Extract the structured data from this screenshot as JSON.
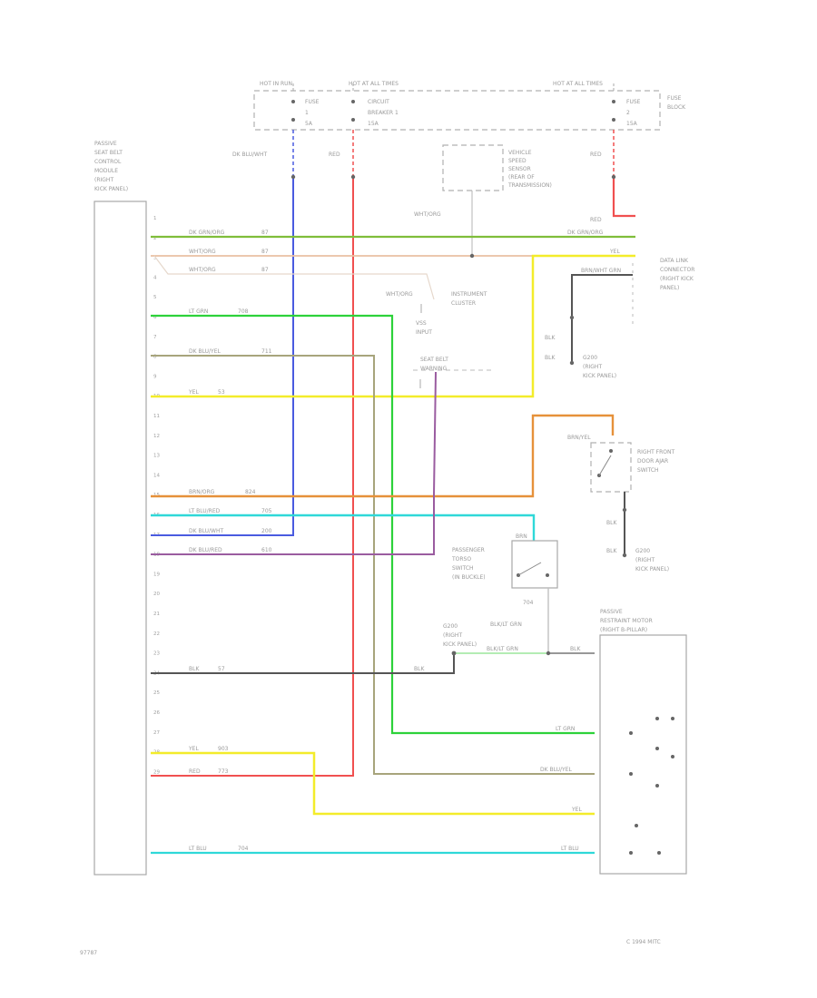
{
  "fuse_block": {
    "hot_labels": [
      "HOT IN RUN",
      "HOT AT ALL TIMES",
      "HOT AT ALL TIMES"
    ],
    "fuse_left": [
      "FUSE",
      "1",
      "5A"
    ],
    "breaker": [
      "CIRCUIT",
      "BREAKER 1",
      "15A"
    ],
    "fuse_right": [
      "FUSE",
      "2",
      "15A"
    ],
    "name": [
      "FUSE",
      "BLOCK"
    ]
  },
  "module": {
    "name": [
      "PASSIVE",
      "SEAT BELT",
      "CONTROL",
      "MODULE",
      "(RIGHT",
      "KICK PANEL)"
    ],
    "pins": [
      "1",
      "2",
      "3",
      "4",
      "5",
      "6",
      "7",
      "8",
      "9",
      "10",
      "11",
      "12",
      "13",
      "14",
      "15",
      "16",
      "17",
      "18",
      "19",
      "20",
      "21",
      "22",
      "23",
      "24",
      "25",
      "26",
      "27",
      "28",
      "29"
    ]
  },
  "wires": {
    "top_blu": "DK BLU/WHT",
    "top_red": "RED",
    "top_red2": "RED",
    "speed_wire": "WHT/ORG",
    "red_out": "RED",
    "w2": [
      "DK GRN/ORG",
      "87",
      "DK GRN/ORG"
    ],
    "w3": [
      "WHT/ORG",
      "87",
      "YEL"
    ],
    "w3b": [
      "WHT/ORG",
      "87"
    ],
    "w5": [
      "LT GRN",
      "708"
    ],
    "w6": [
      "DK BLU/YEL",
      "711"
    ],
    "w7": [
      "YEL",
      "53"
    ],
    "w11": [
      "BRN/ORG",
      "824"
    ],
    "w12": [
      "LT BLU/RED",
      "705"
    ],
    "w13": [
      "DK BLU/WHT",
      "200"
    ],
    "w14": [
      "DK BLU/RED",
      "610"
    ],
    "w19": [
      "BLK",
      "57",
      "BLK"
    ],
    "w22": [
      "YEL",
      "903"
    ],
    "w23": [
      "RED",
      "773"
    ],
    "w26": [
      "LT BLU",
      "704"
    ],
    "dlc_wire": "BRN/WHT GRN",
    "blk_num": "BLK",
    "blk_grn": "BLK",
    "blk_num2": "BLK",
    "pass_top": "BRN",
    "pass_bot": [
      "704",
      "BLK/LT GRN"
    ],
    "motor_in": [
      "BLK/LT GRN",
      "BLK"
    ],
    "motor_r1": "LT GRN",
    "motor_r2": "DK BLU/YEL",
    "motor_r3": "YEL",
    "motor_r4": "LT BLU",
    "door_top": "BRN/YEL",
    "wht_org_ic": "WHT/ORG"
  },
  "components": {
    "speed_sensor": [
      "VEHICLE",
      "SPEED",
      "SENSOR",
      "(REAR OF",
      "TRANSMISSION)"
    ],
    "instrument": [
      "INSTRUMENT",
      "CLUSTER"
    ],
    "vss_input": [
      "VSS",
      "INPUT"
    ],
    "seat_belt": [
      "SEAT BELT",
      "WARNING"
    ],
    "dlc": [
      "DATA LINK",
      "CONNECTOR",
      "(RIGHT KICK",
      "PANEL)"
    ],
    "ground1": [
      "G200",
      "(RIGHT",
      "KICK PANEL)"
    ],
    "door_switch": [
      "RIGHT FRONT",
      "DOOR AJAR",
      "SWITCH"
    ],
    "ground2": [
      "G200",
      "(RIGHT",
      "KICK PANEL)"
    ],
    "passenger_switch": [
      "PASSENGER",
      "TORSO",
      "SWITCH",
      "(IN BUCKLE)"
    ],
    "ground3": [
      "G200",
      "(RIGHT",
      "KICK PANEL)"
    ],
    "motor": [
      "PASSIVE",
      "RESTRAINT MOTOR",
      "(RIGHT B-PILLAR)"
    ]
  },
  "footer": {
    "left": "97787",
    "right": "C 1994 MITC"
  },
  "colors": {
    "blue": "#4a5be0",
    "red": "#f05050",
    "green": "#2dd23a",
    "dkgreen": "#7fbd3a",
    "yellow": "#f3ec2a",
    "orange": "#e6913a",
    "cyan": "#2fd8d8",
    "olive": "#a7a47c",
    "black": "#555555",
    "purple": "#9a5ca0",
    "tan": "#eac0a2"
  }
}
